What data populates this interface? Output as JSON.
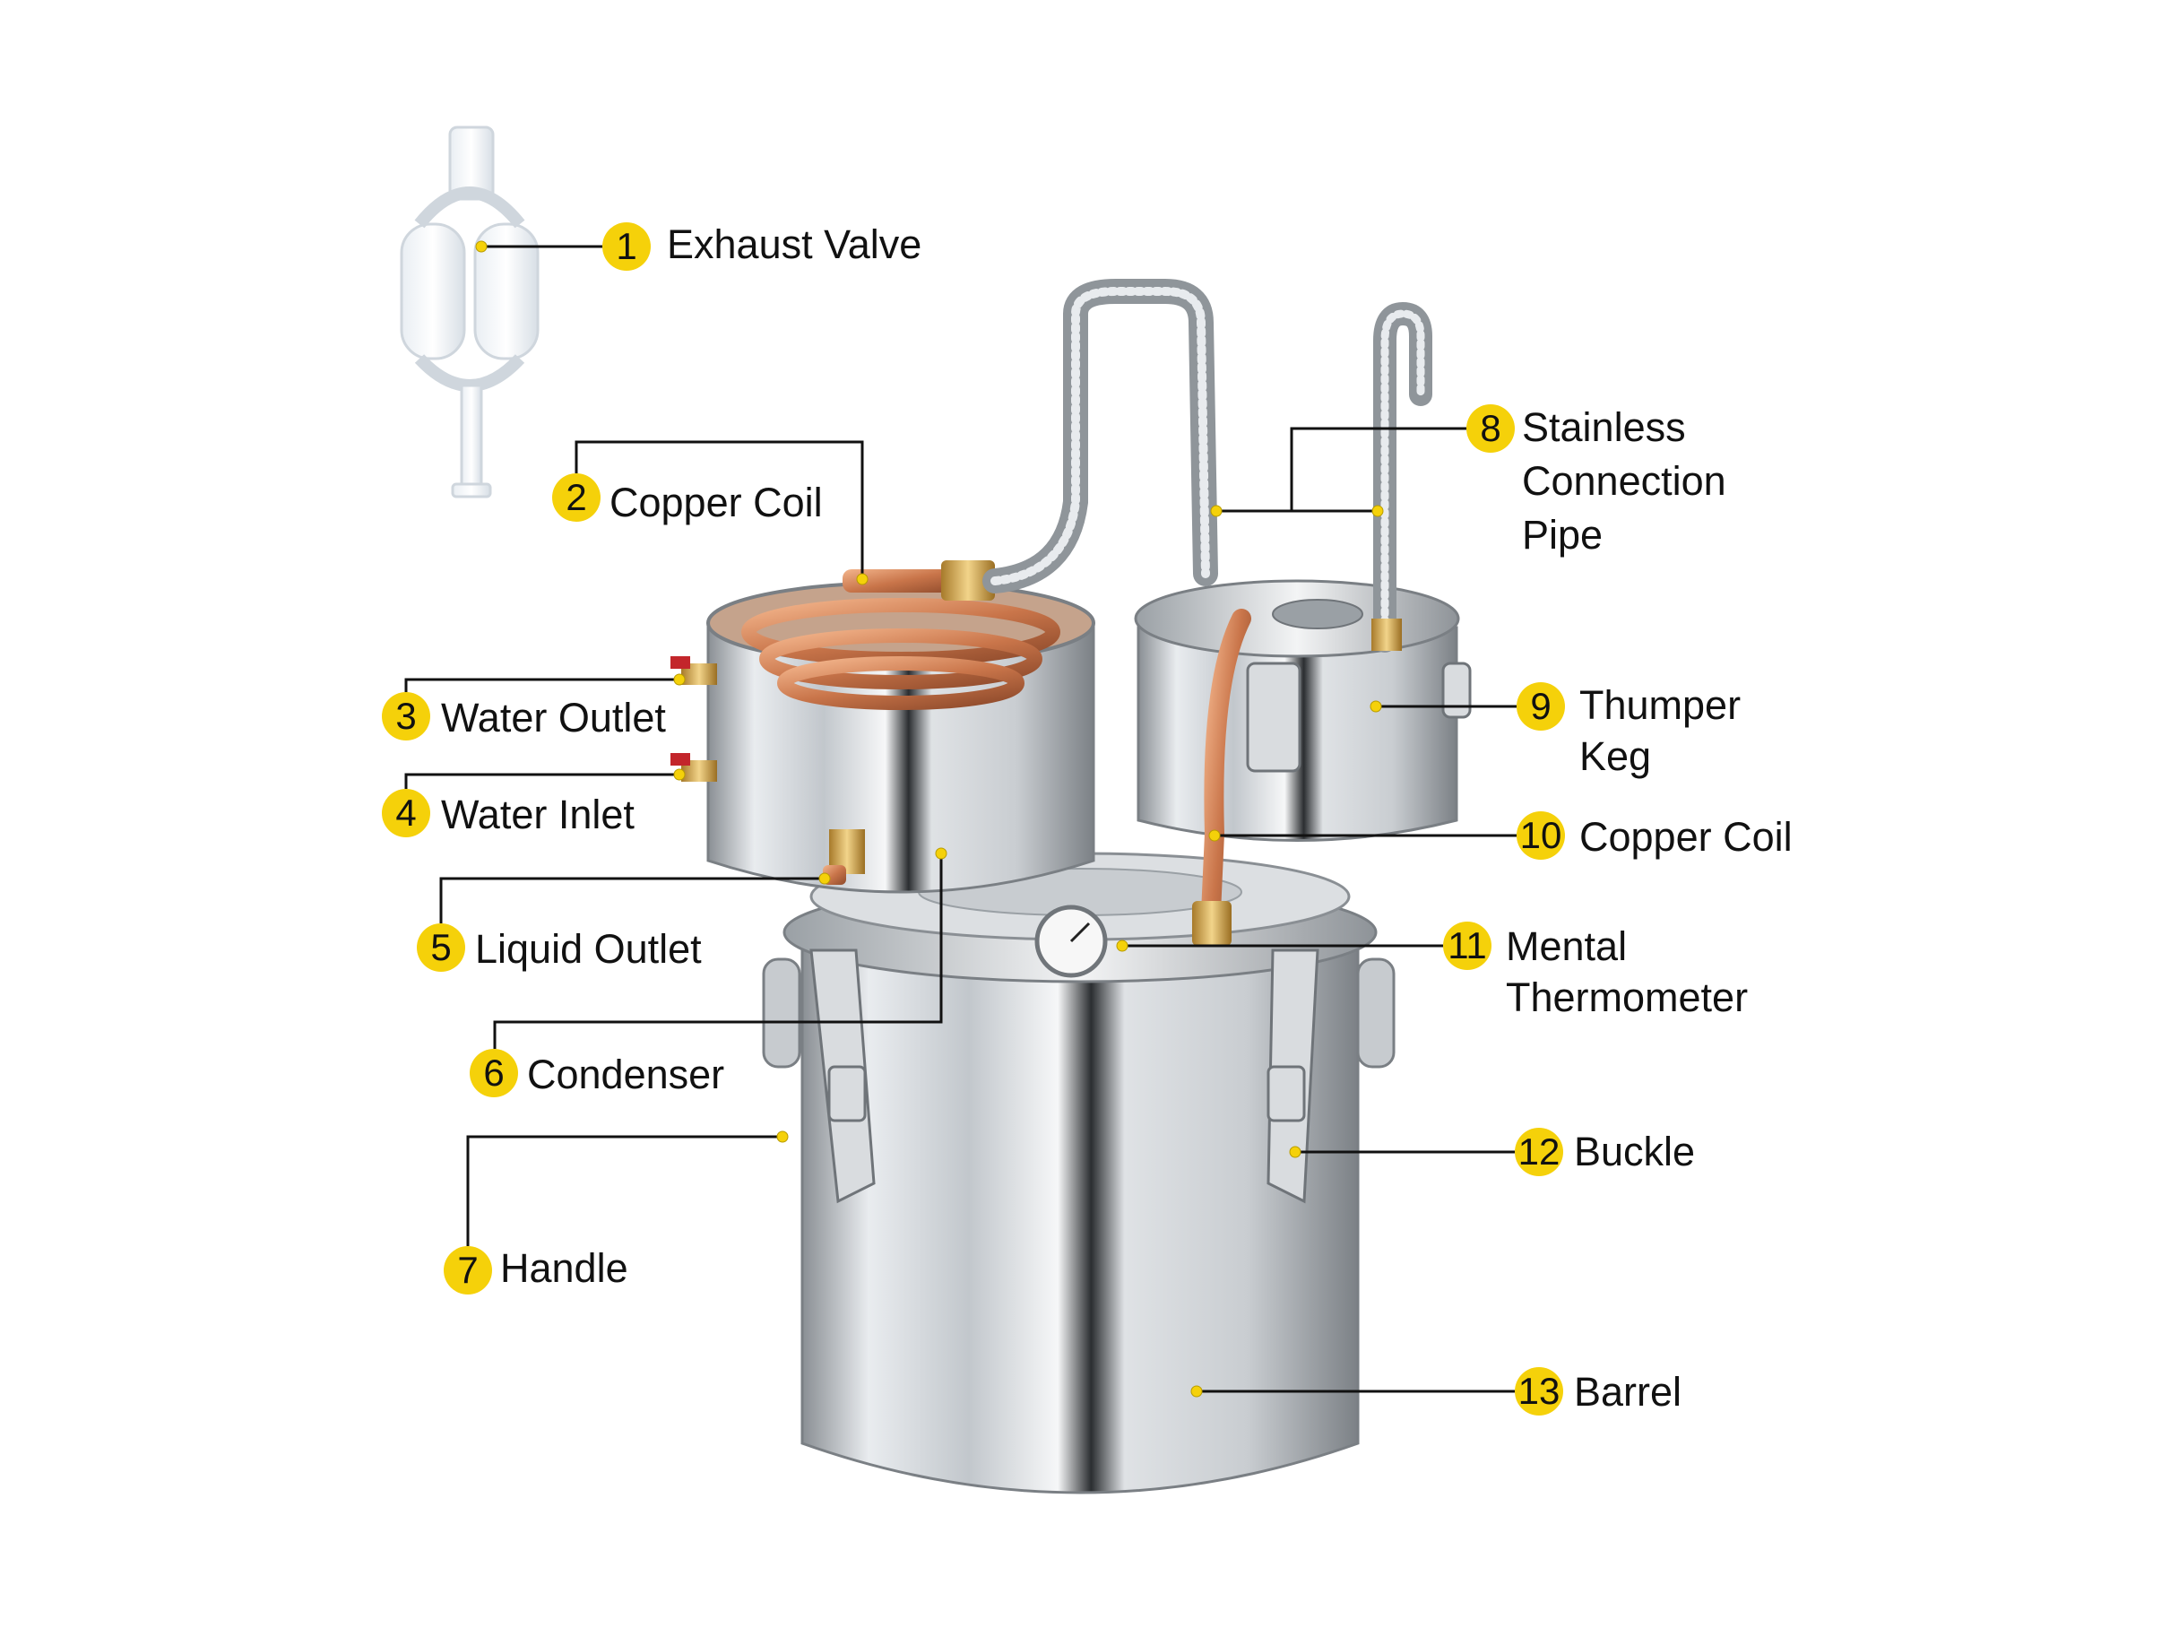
{
  "accent_color": "#F5D10A",
  "callouts": [
    {
      "num": "1",
      "lines": [
        "Exhaust Valve"
      ]
    },
    {
      "num": "2",
      "lines": [
        "Copper Coil"
      ]
    },
    {
      "num": "3",
      "lines": [
        "Water Outlet"
      ]
    },
    {
      "num": "4",
      "lines": [
        "Water Inlet"
      ]
    },
    {
      "num": "5",
      "lines": [
        "Liquid Outlet"
      ]
    },
    {
      "num": "6",
      "lines": [
        "Condenser"
      ]
    },
    {
      "num": "7",
      "lines": [
        "Handle"
      ]
    },
    {
      "num": "8",
      "lines": [
        "Stainless",
        "Connection",
        "Pipe"
      ]
    },
    {
      "num": "9",
      "lines": [
        "Thumper",
        "Keg"
      ]
    },
    {
      "num": "10",
      "lines": [
        "Copper Coil"
      ]
    },
    {
      "num": "11",
      "lines": [
        "Mental",
        "Thermometer"
      ]
    },
    {
      "num": "12",
      "lines": [
        "Buckle"
      ]
    },
    {
      "num": "13",
      "lines": [
        "Barrel"
      ]
    }
  ]
}
